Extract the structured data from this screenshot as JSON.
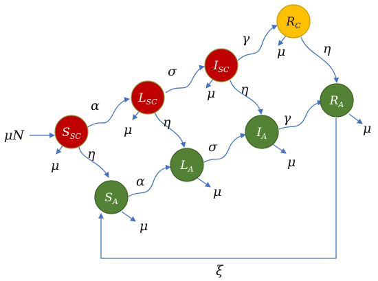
{
  "nodes": {
    "ssc": {
      "main": "S",
      "sub": "SC",
      "color": "#c00000"
    },
    "lsc": {
      "main": "L",
      "sub": "SC",
      "color": "#c00000"
    },
    "isc": {
      "main": "I",
      "sub": "SC",
      "color": "#c00000"
    },
    "rc": {
      "main": "R",
      "sub": "C",
      "color": "#ffc000"
    },
    "sa": {
      "main": "S",
      "sub": "A",
      "color": "#548235"
    },
    "la": {
      "main": "L",
      "sub": "A",
      "color": "#548235"
    },
    "ia": {
      "main": "I",
      "sub": "A",
      "color": "#548235"
    },
    "ra": {
      "main": "R",
      "sub": "A",
      "color": "#548235"
    }
  },
  "labels": {
    "mu_n": "μN",
    "mu": "μ",
    "alpha": "α",
    "sigma": "σ",
    "gamma": "γ",
    "eta": "η",
    "xi": "ξ"
  }
}
